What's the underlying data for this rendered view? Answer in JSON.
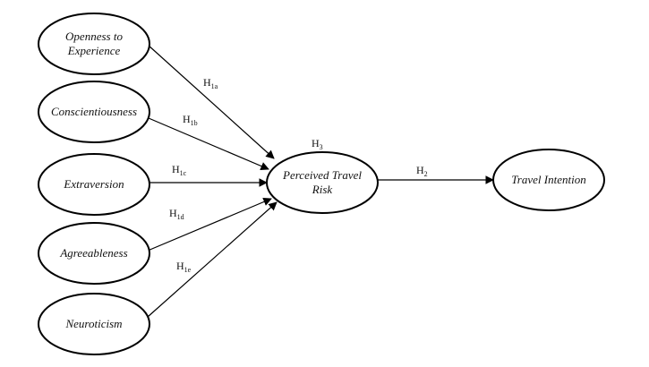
{
  "diagram": {
    "nodes": [
      {
        "id": "openness",
        "lines": [
          "Openness to",
          "Experience"
        ]
      },
      {
        "id": "conscientiousness",
        "lines": [
          "Conscientiousness"
        ]
      },
      {
        "id": "extraversion",
        "lines": [
          "Extraversion"
        ]
      },
      {
        "id": "agreeableness",
        "lines": [
          "Agreeableness"
        ]
      },
      {
        "id": "neuroticism",
        "lines": [
          "Neuroticism"
        ]
      },
      {
        "id": "perceived_risk",
        "lines": [
          "Perceived Travel",
          "Risk"
        ]
      },
      {
        "id": "travel_intention",
        "lines": [
          "Travel Intention"
        ]
      }
    ],
    "edges": [
      {
        "from": "openness",
        "to": "perceived_risk",
        "label": "H",
        "sub": "1a"
      },
      {
        "from": "conscientiousness",
        "to": "perceived_risk",
        "label": "H",
        "sub": "1b"
      },
      {
        "from": "extraversion",
        "to": "perceived_risk",
        "label": "H",
        "sub": "1c"
      },
      {
        "from": "agreeableness",
        "to": "perceived_risk",
        "label": "H",
        "sub": "1d"
      },
      {
        "from": "neuroticism",
        "to": "perceived_risk",
        "label": "H",
        "sub": "1e"
      },
      {
        "from": "perceived_risk",
        "to": "travel_intention",
        "label": "H",
        "sub": "2"
      }
    ],
    "mediator_label": {
      "label": "H",
      "sub": "3"
    }
  }
}
